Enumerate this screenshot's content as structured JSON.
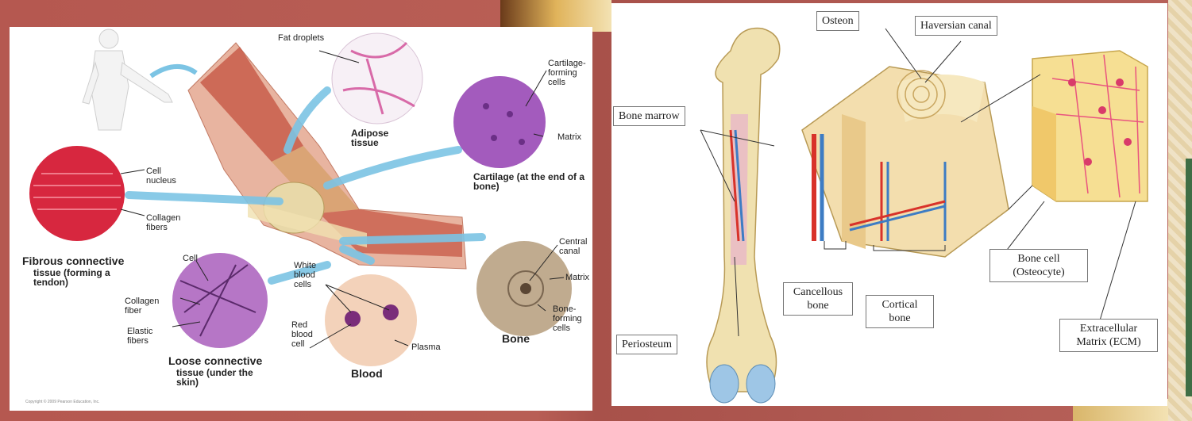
{
  "left_diagram": {
    "labels": {
      "fat_droplets": "Fat droplets",
      "adipose": "Adipose tissue",
      "cartilage_cells": "Cartilage-forming cells",
      "matrix_cartilage": "Matrix",
      "cartilage": "Cartilage (at the end of a bone)",
      "cell_nucleus": "Cell nucleus",
      "collagen_fibers": "Collagen fibers",
      "fibrous": "Fibrous connective",
      "fibrous_sub": "tissue (forming a tendon)",
      "cell": "Cell",
      "collagen_fiber": "Collagen fiber",
      "elastic_fibers": "Elastic fibers",
      "loose": "Loose connective",
      "loose_sub": "tissue (under the skin)",
      "white_blood": "White blood cells",
      "red_blood": "Red blood cell",
      "plasma": "Plasma",
      "blood": "Blood",
      "central_canal": "Central canal",
      "matrix_bone": "Matrix",
      "bone_forming": "Bone-forming cells",
      "bone": "Bone",
      "copyright": "Copyright © 2009 Pearson Education, Inc."
    }
  },
  "right_diagram": {
    "labels": {
      "osteon": "Osteon",
      "haversian": "Haversian canal",
      "bone_marrow": "Bone marrow",
      "cancellous": "Cancellous bone",
      "cortical": "Cortical bone",
      "bone_cell": "Bone cell (Osteocyte)",
      "ecm": "Extracellular Matrix (ECM)",
      "periosteum": "Periosteum"
    }
  },
  "colors": {
    "slide_bg": "#b85a52",
    "gold": "#e0b35a",
    "bone": "#f0e1b0",
    "vessel_red": "#d8322a",
    "vessel_blue": "#3d7cc4",
    "cartilage_purple": "#a35bbd",
    "arrow_blue": "#7cc4e4"
  }
}
